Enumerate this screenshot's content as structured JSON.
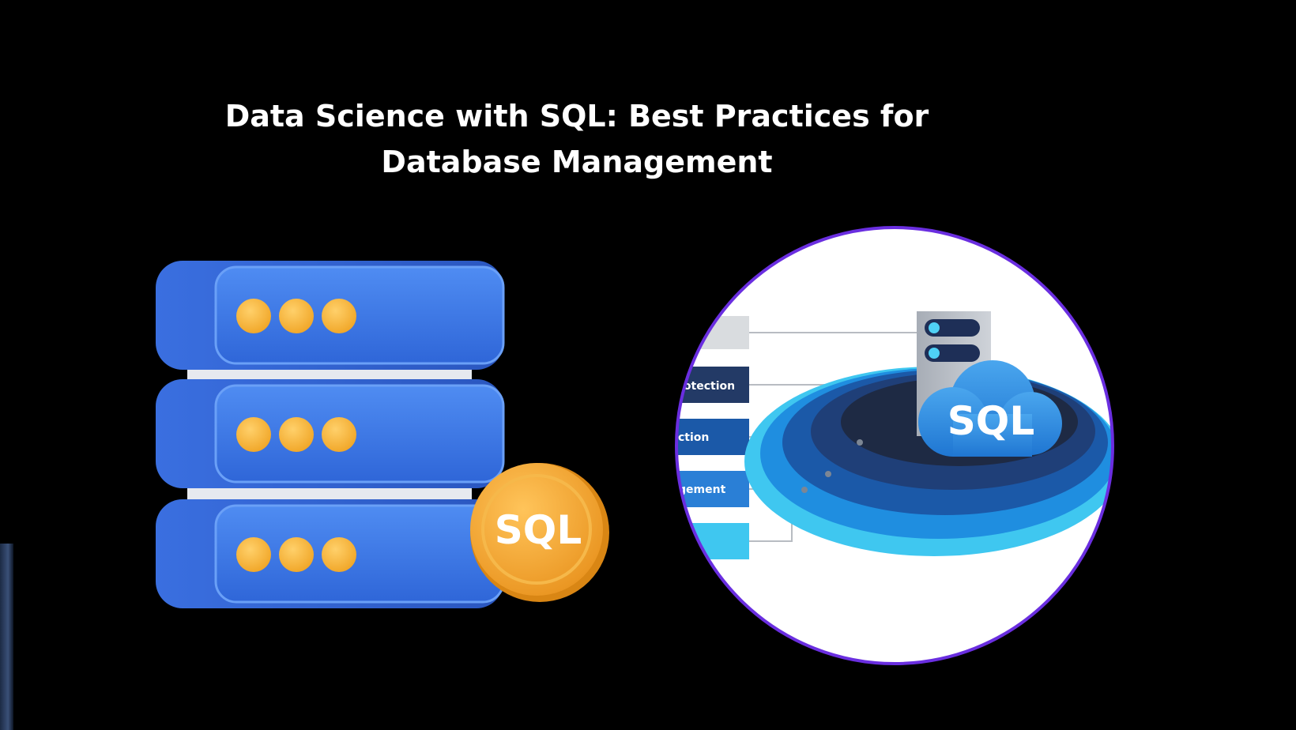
{
  "title": {
    "line1": "Data Science with SQL: Best Practices for",
    "line2": "Database Management"
  },
  "server_illustration": {
    "badge_text": "SQL"
  },
  "diagram": {
    "bars": [
      "rotection",
      "ction",
      "gement"
    ],
    "cloud_text": "SQL"
  },
  "colors": {
    "background": "#000000",
    "server_blue": "#3f7ae8",
    "server_blue_dark": "#2a5fd0",
    "dot_orange": "#f7b53a",
    "coin_orange": "#f2a52a",
    "ring_purple": "#6a2ee0",
    "bar_navy": "#233a66",
    "bar_blue": "#1b59a8",
    "bar_mid": "#2a7fd6",
    "bar_cyan": "#3fc7f0",
    "cloud_blue": "#2e8be0"
  },
  "icons": [
    "server-stack-icon",
    "sql-coin-icon",
    "database-server-icon",
    "sql-cloud-icon"
  ]
}
